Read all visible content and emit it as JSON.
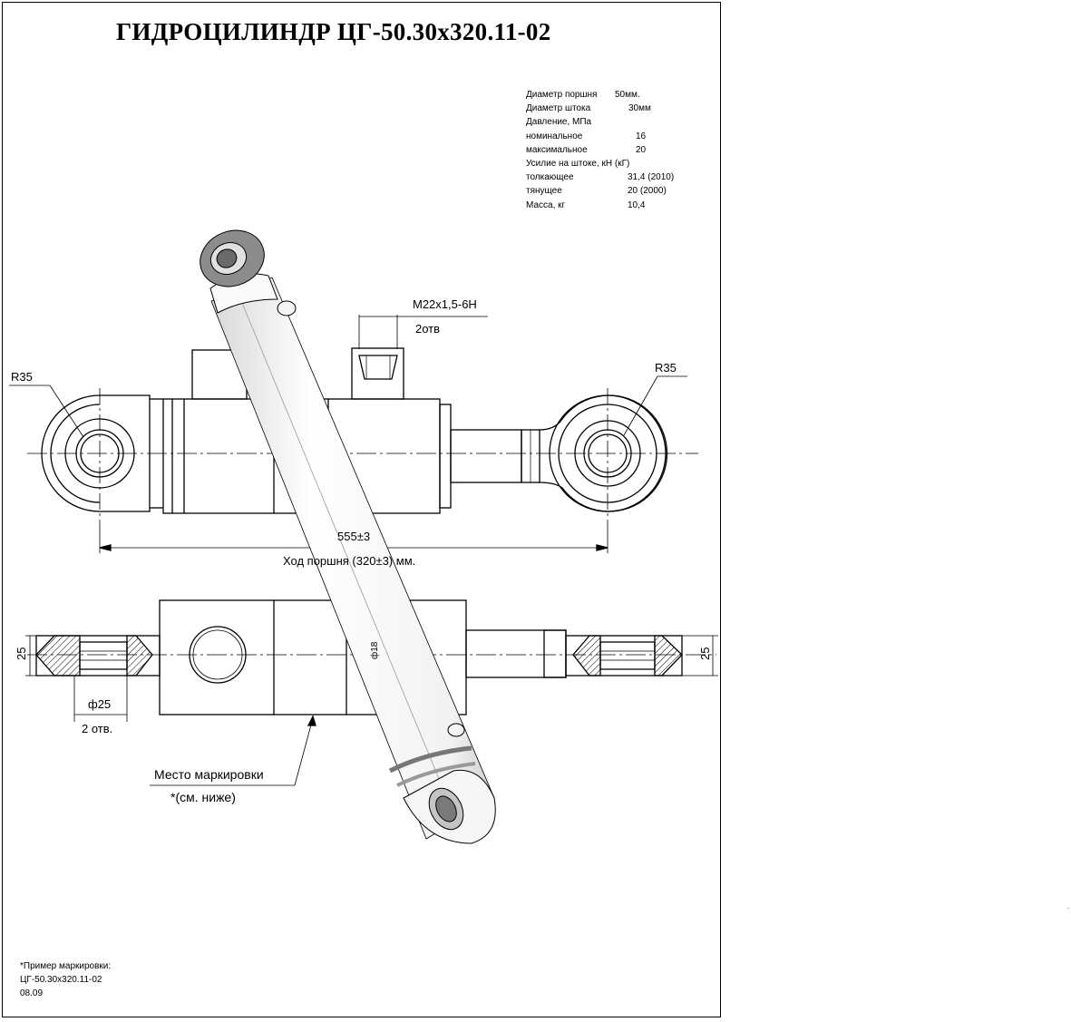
{
  "title": "ГИДРОЦИЛИНДР ЦГ-50.30х320.11-02",
  "specs": [
    {
      "label": "Диаметр поршня",
      "value": "50мм."
    },
    {
      "label": "Диаметр штока",
      "value": "30мм"
    },
    {
      "label": "Давление, МПа",
      "value": ""
    },
    {
      "label": "номинальное",
      "value": "16"
    },
    {
      "label": "максимальное",
      "value": "20"
    },
    {
      "label": "Усилие на штоке, кН (кГ)",
      "value": ""
    },
    {
      "label": "толкающее",
      "value": "31,4 (2010)"
    },
    {
      "label": "тянущее",
      "value": "20 (2000)"
    },
    {
      "label": "Масса, кг",
      "value": "10,4"
    }
  ],
  "dimensions": {
    "thread": "M22x1,5-6H",
    "thread_holes": "2отв",
    "radius_left": "R35",
    "radius_right": "R35",
    "length": "555±3",
    "stroke": "Ход поршня (320±3) мм.",
    "width_left": "25",
    "width_right": "25",
    "pin_diameter": "ф25",
    "pin_holes": "2 отв.",
    "port_diameter": "ф18"
  },
  "marking": {
    "label": "Место маркировки",
    "ref": "*(см. ниже)"
  },
  "example": {
    "heading": "*Пример маркировки:",
    "code": "ЦГ-50.30х320.11-02",
    "date": "08.09"
  },
  "stray_mark": "."
}
